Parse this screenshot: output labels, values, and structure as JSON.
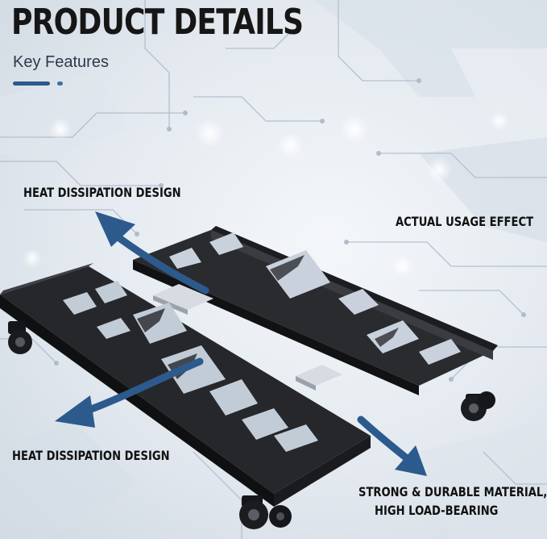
{
  "header": {
    "title": "PRODUCT DETAILS",
    "subtitle": "Key Features"
  },
  "callouts": {
    "top_left": "HEAT DISSIPATION DESIGN",
    "top_right": "ACTUAL USAGE EFFECT",
    "bottom_left": "HEAT DISSIPATION DESIGN",
    "bottom_right_line1": "STRONG & DURABLE MATERIAL,",
    "bottom_right_line2": "HIGH LOAD-BEARING"
  },
  "icons": {
    "arrows": "curved-arrow-icon",
    "wheels": "caster-wheel-icon"
  },
  "colors": {
    "accent": "#2c5a8c",
    "dot": "#3f6fa3",
    "product": "#1e1f22",
    "text": "#111111"
  }
}
